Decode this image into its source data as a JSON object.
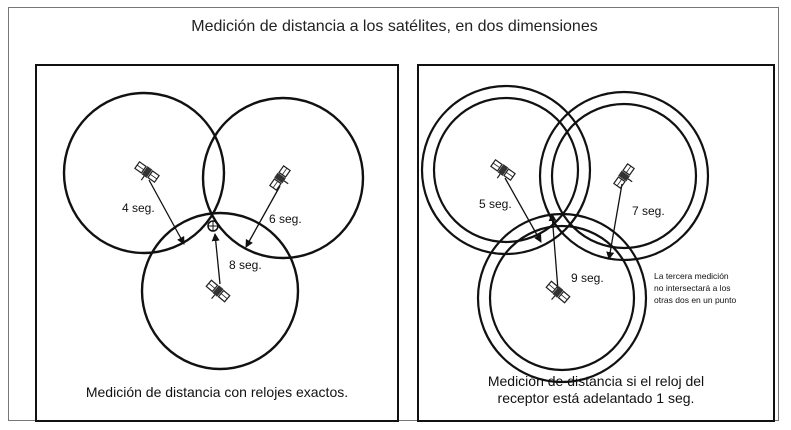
{
  "title": "Medición de distancia a los satélites, en dos dimensiones",
  "left_panel": {
    "caption": "Medición de distancia con relojes exactos.",
    "labels": {
      "sat_a": "4 seg.",
      "sat_b": "6 seg.",
      "sat_c": "8 seg."
    }
  },
  "right_panel": {
    "caption_line1": "Medición de distancia si el reloj del",
    "caption_line2": "receptor está adelantado 1 seg.",
    "labels": {
      "sat_a": "5 seg.",
      "sat_b": "7 seg.",
      "sat_c": "9 seg."
    },
    "note_lines": [
      "La tercera medición",
      "no intersectará a los",
      "otras dos en un punto"
    ]
  },
  "icons": {
    "satellite": "satellite-icon"
  }
}
